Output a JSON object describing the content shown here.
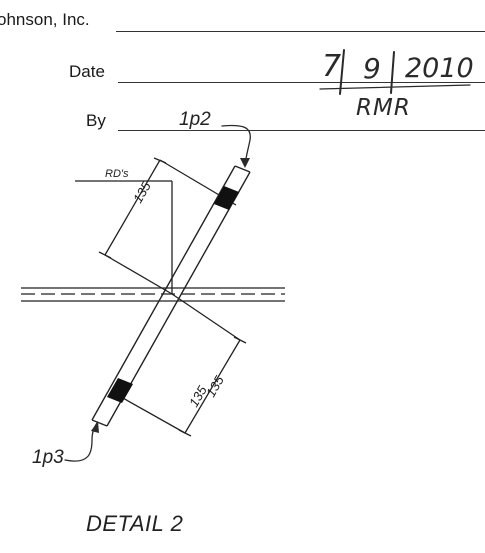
{
  "header": {
    "company": "ohnson, Inc.",
    "date_label": "Date",
    "date_month": "7",
    "date_day": "9",
    "date_year": "2010",
    "by_label": "By",
    "by_value": "RMR"
  },
  "drawing": {
    "callout_top": "1p2",
    "callout_bottom": "1p3",
    "rd_label": "RD's",
    "dim_upper": "135",
    "dim_lower_diag": "135",
    "dim_lower": "135",
    "title": "DETAIL 2"
  },
  "colors": {
    "ink": "#222222",
    "pen": "#2a2a2a",
    "marker": "#111111"
  }
}
